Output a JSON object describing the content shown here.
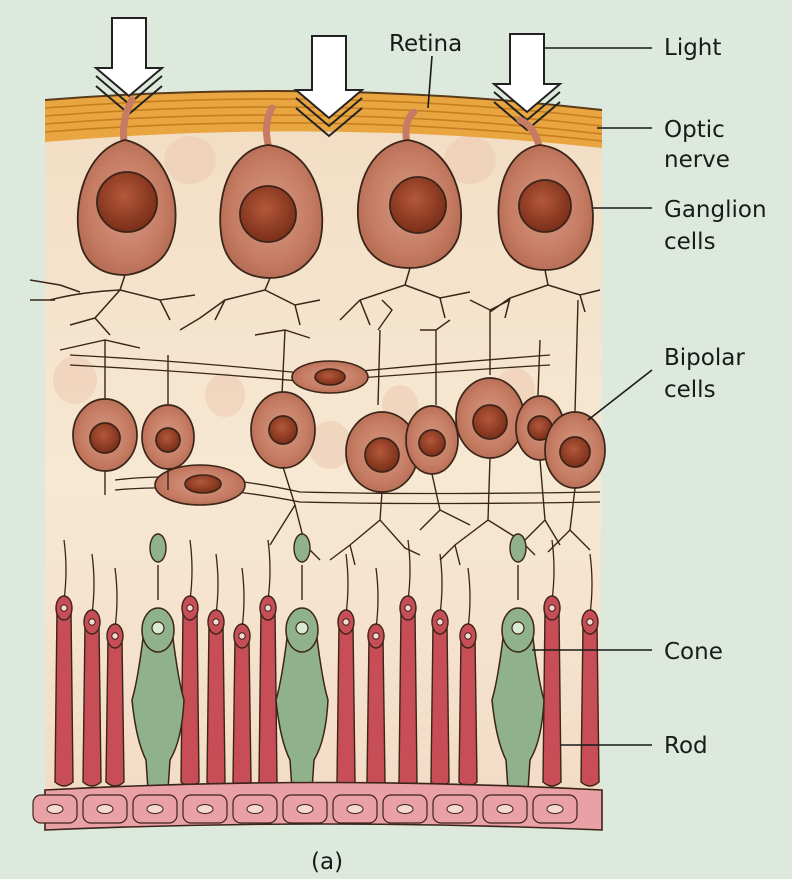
{
  "figure": {
    "caption": "(a)",
    "labels": {
      "retina": "Retina",
      "light": "Light",
      "optic_nerve_1": "Optic",
      "optic_nerve_2": "nerve",
      "ganglion_1": "Ganglion",
      "ganglion_2": "cells",
      "bipolar_1": "Bipolar",
      "bipolar_2": "cells",
      "cone": "Cone",
      "rod": "Rod"
    },
    "colors": {
      "background": "#dce9dc",
      "tissue": "#f6e4cc",
      "nerve_fibers": "#e9a640",
      "neuron_body": "#c57c63",
      "nucleus": "#8e3b22",
      "rod": "#c74e57",
      "cone": "#8fb28c",
      "pigment_cell": "#eaa1a5",
      "light_arrow": "#ffffff"
    }
  }
}
